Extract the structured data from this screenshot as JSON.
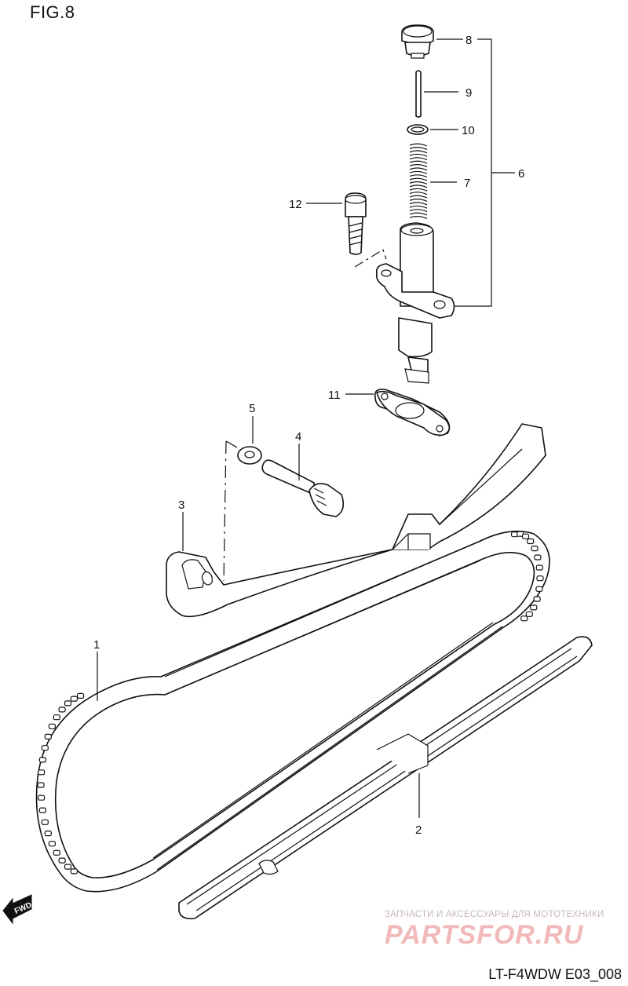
{
  "figure": {
    "title": "FIG.8",
    "code": "LT-F4WDW E03_008"
  },
  "fwd_arrow": {
    "label": "FWD"
  },
  "callouts": [
    {
      "number": "1",
      "part": "cam-chain"
    },
    {
      "number": "2",
      "part": "chain-guide"
    },
    {
      "number": "3",
      "part": "tensioner-guide"
    },
    {
      "number": "4",
      "part": "guide-bolt"
    },
    {
      "number": "5",
      "part": "washer"
    },
    {
      "number": "6",
      "part": "tensioner-assembly"
    },
    {
      "number": "7",
      "part": "spring"
    },
    {
      "number": "8",
      "part": "cap-bolt"
    },
    {
      "number": "9",
      "part": "pushrod"
    },
    {
      "number": "10",
      "part": "o-ring"
    },
    {
      "number": "11",
      "part": "gasket"
    },
    {
      "number": "12",
      "part": "bolt"
    }
  ],
  "watermark": {
    "tagline": "ЗАПЧАСТИ И АКСЕССУАРЫ ДЛЯ МОТОТЕХНИКИ",
    "logo": "PARTSFOR.RU"
  }
}
